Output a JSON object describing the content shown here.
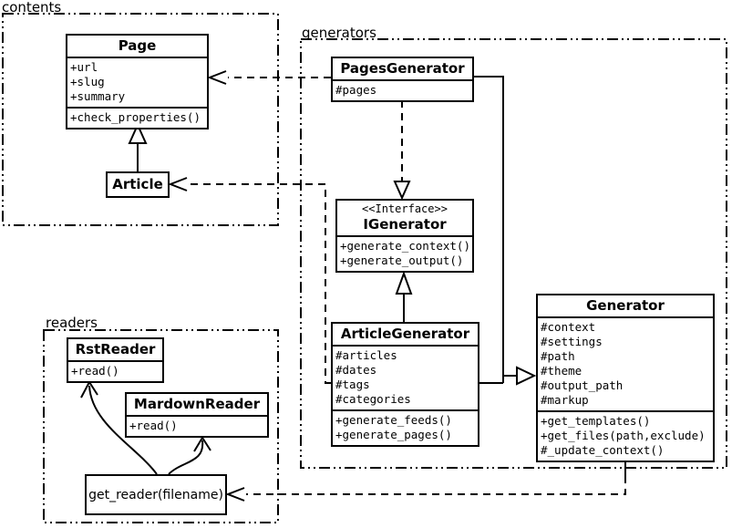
{
  "packages": {
    "contents": {
      "label": "contents"
    },
    "generators": {
      "label": "generators"
    },
    "readers": {
      "label": "readers"
    }
  },
  "classes": {
    "page": {
      "name": "Page",
      "attrs": [
        "+url",
        "+slug",
        "+summary"
      ],
      "methods": [
        "+check_properties()"
      ]
    },
    "article": {
      "name": "Article"
    },
    "pages_generator": {
      "name": "PagesGenerator",
      "attrs": [
        "#pages"
      ]
    },
    "igenerator": {
      "stereotype": "<<Interface>>",
      "name": "IGenerator",
      "methods": [
        "+generate_context()",
        "+generate_output()"
      ]
    },
    "article_generator": {
      "name": "ArticleGenerator",
      "attrs": [
        "#articles",
        "#dates",
        "#tags",
        "#categories"
      ],
      "methods": [
        "+generate_feeds()",
        "+generate_pages()"
      ]
    },
    "generator": {
      "name": "Generator",
      "attrs": [
        "#context",
        "#settings",
        "#path",
        "#theme",
        "#output_path",
        "#markup"
      ],
      "methods": [
        "+get_templates()",
        "+get_files(path,exclude)",
        "#_update_context()"
      ]
    },
    "rst_reader": {
      "name": "RstReader",
      "methods": [
        "+read()"
      ]
    },
    "mardown_reader": {
      "name": "MardownReader",
      "methods": [
        "+read()"
      ]
    },
    "get_reader": {
      "label": "get_reader(filename)"
    }
  },
  "colors": {
    "line": "#000000",
    "background": "#ffffff"
  }
}
